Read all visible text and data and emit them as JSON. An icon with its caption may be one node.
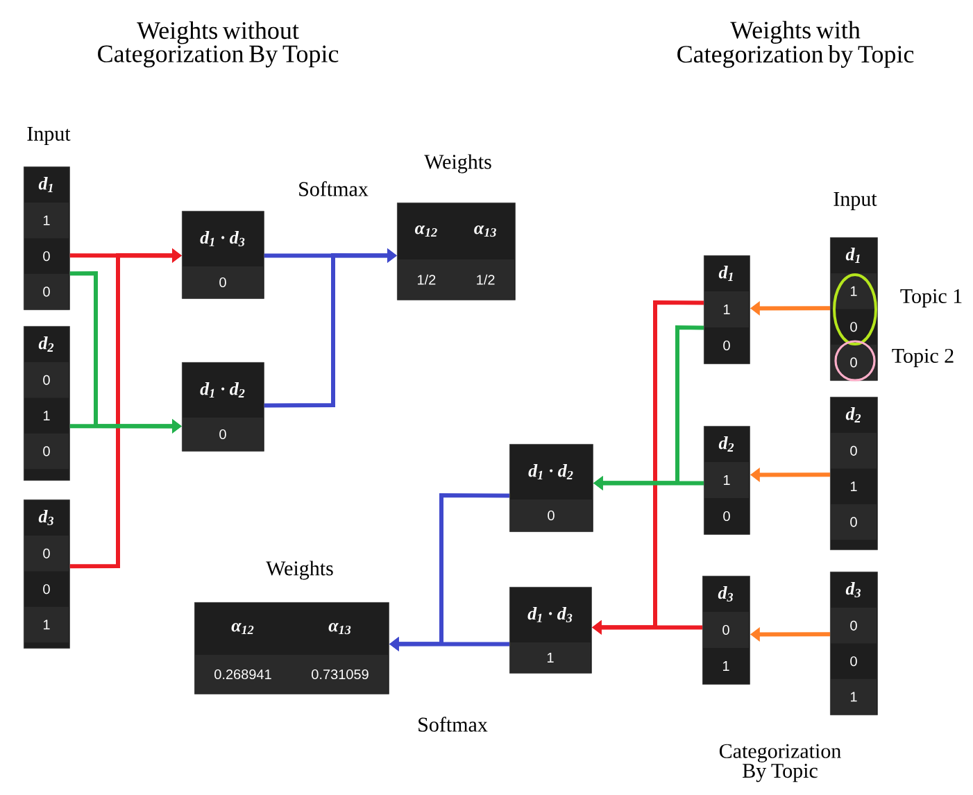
{
  "diagram": {
    "nodes": [
      {
        "text": [
          "d$_{1}$",
          "1",
          "0",
          "0"
        ],
        "beside": [
          "Input"
        ]
      },
      {
        "text": [
          "d$_{2}$",
          "0",
          "1",
          "0"
        ]
      },
      {
        "text": [
          "d$_{3}$",
          "0",
          "0",
          "1"
        ]
      },
      {
        "text": [
          "d$_{1}$ · d$_{3}$",
          "0"
        ]
      },
      {
        "text": [
          "d$_{1}$ · d$_{2}$",
          "0"
        ]
      },
      {
        "text": [
          "α$_{12}$",
          "α$_{13}$",
          "1/2",
          "1/2"
        ],
        "beside": [
          "Weights"
        ]
      },
      {
        "text": [
          "d$_{1}$",
          "1",
          "0",
          "0"
        ],
        "beside": [
          "Input"
        ]
      },
      {
        "text": [
          "d$_{2}$",
          "0",
          "1",
          "0"
        ]
      },
      {
        "text": [
          "d$_{3}$",
          "0",
          "0",
          "1"
        ]
      },
      {
        "text": [
          "d$_{1}$",
          "1",
          "0"
        ]
      },
      {
        "text": [
          "d$_{2}$",
          "1",
          "0"
        ]
      },
      {
        "text": [
          "d$_{3}$",
          "0",
          "1"
        ]
      },
      {
        "text": [
          "d$_{1}$ · d$_{2}$",
          "0"
        ]
      },
      {
        "text": [
          "d$_{1}$ · d$_{3}$",
          "1"
        ]
      },
      {
        "text": [
          "α$_{12}$",
          "α$_{13}$",
          "0.268941",
          "0.731059"
        ],
        "beside": [
          "Weights"
        ]
      }
    ],
    "edges": [
      {
        "from": 0,
        "to": 3,
        "arrow": "to",
        "color": "#ed1c24"
      },
      {
        "from": 2,
        "to": 3,
        "arrow": "to",
        "color": "#ed1c24"
      },
      {
        "from": 0,
        "to": 4,
        "arrow": "to",
        "color": "#22b14c"
      },
      {
        "from": 1,
        "to": 4,
        "arrow": "to",
        "color": "#22b14c"
      },
      {
        "from": 3,
        "to": 5,
        "arrow": "to",
        "color": "#3f48cc"
      },
      {
        "from": 4,
        "to": 5,
        "arrow": "to",
        "color": "#3f48cc"
      },
      {
        "from": 6,
        "to": 9,
        "arrow": "to",
        "color": "#ff7f27"
      },
      {
        "from": 7,
        "to": 10,
        "arrow": "to",
        "color": "#ff7f27"
      },
      {
        "from": 8,
        "to": 11,
        "arrow": "to",
        "color": "#ff7f27"
      },
      {
        "from": 9,
        "to": 13,
        "arrow": "to",
        "color": "#ed1c24"
      },
      {
        "from": 11,
        "to": 13,
        "arrow": "to",
        "color": "#ed1c24"
      },
      {
        "from": 9,
        "to": 12,
        "arrow": "to",
        "color": "#22b14c"
      },
      {
        "from": 10,
        "to": 12,
        "arrow": "to",
        "color": "#22b14c"
      },
      {
        "from": 12,
        "to": 14,
        "arrow": "to",
        "color": "#3f48cc"
      },
      {
        "from": 13,
        "to": 14,
        "arrow": "to",
        "color": "#3f48cc"
      }
    ],
    "labels": [
      "Weights without Categorization By Topic",
      "Weights with Categorization by Topic",
      "Softmax",
      "Topic 1",
      "Topic 2",
      "Softmax",
      "Categorization By Topic"
    ]
  }
}
